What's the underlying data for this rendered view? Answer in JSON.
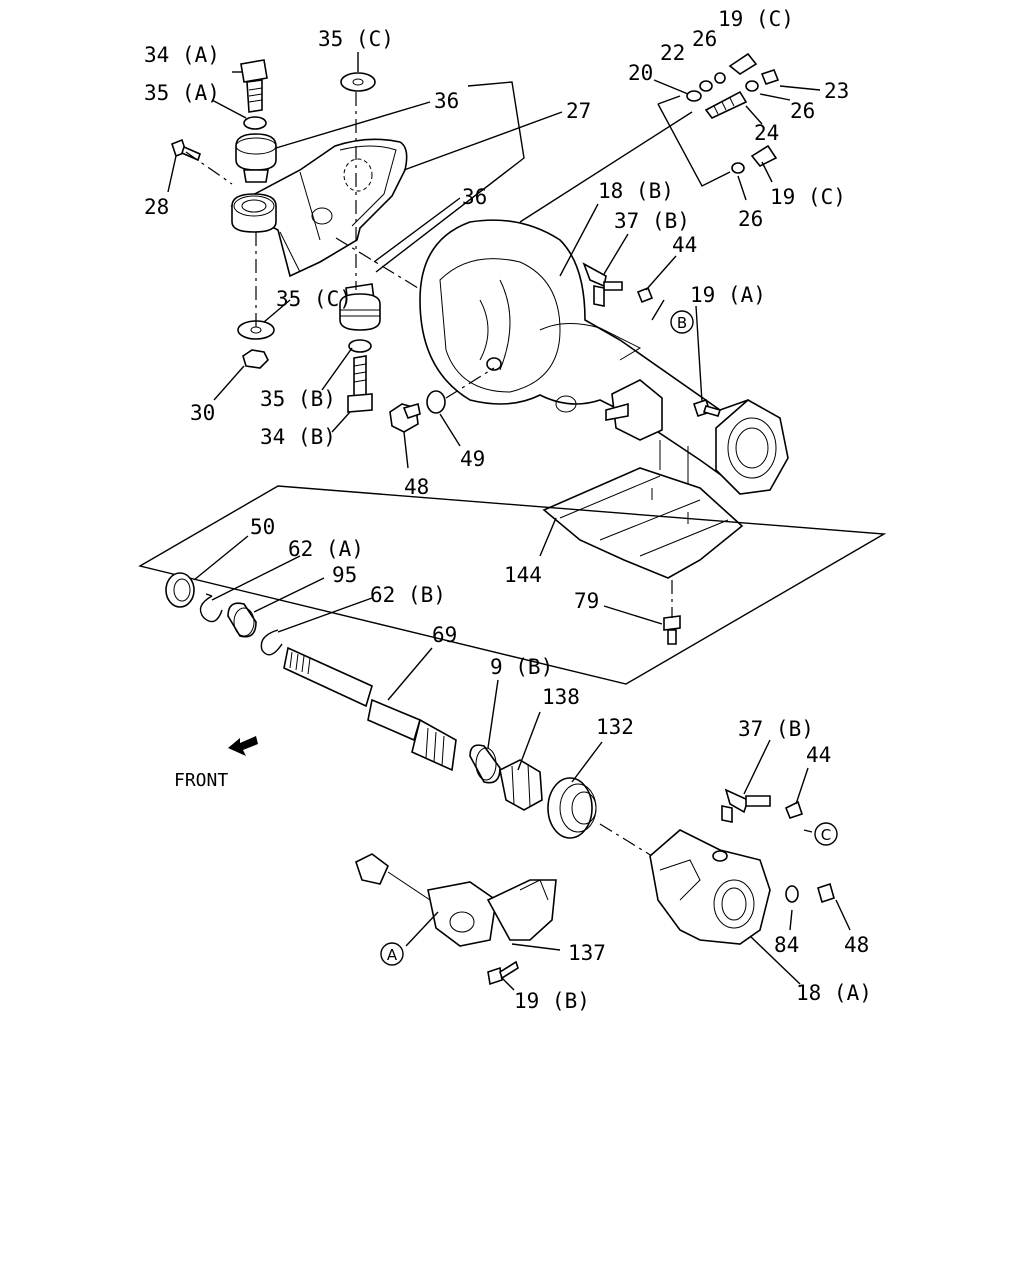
{
  "labels": {
    "l_34a": "34 (A)",
    "l_35a": "35 (A)",
    "l_35c_top": "35 (C)",
    "l_36_a": "36",
    "l_27": "27",
    "l_28": "28",
    "l_36_b": "36",
    "l_35c_mid": "35 (C)",
    "l_30": "30",
    "l_35b": "35 (B)",
    "l_34b": "34 (B)",
    "l_48_top": "48",
    "l_49": "49",
    "l_19c_top": "19 (C)",
    "l_26_a": "26",
    "l_22": "22",
    "l_20": "20",
    "l_23": "23",
    "l_26_b": "26",
    "l_24": "24",
    "l_19c_mid": "19 (C)",
    "l_26_c": "26",
    "l_18b": "18 (B)",
    "l_37b_top": "37 (B)",
    "l_44_top": "44",
    "l_19a": "19 (A)",
    "l_144": "144",
    "l_79": "79",
    "l_50": "50",
    "l_62a": "62 (A)",
    "l_95": "95",
    "l_62b": "62 (B)",
    "l_69": "69",
    "l_9b": "9 (B)",
    "l_138": "138",
    "l_132": "132",
    "l_37b_bot": "37 (B)",
    "l_44_bot": "44",
    "l_84": "84",
    "l_48_bot": "48",
    "l_18a": "18 (A)",
    "l_137": "137",
    "l_19b": "19 (B)",
    "front": "FRONT"
  },
  "refs": {
    "ref_a": "A",
    "ref_b": "B",
    "ref_c": "C"
  },
  "colors": {
    "ink": "#000000",
    "paper": "#ffffff"
  }
}
